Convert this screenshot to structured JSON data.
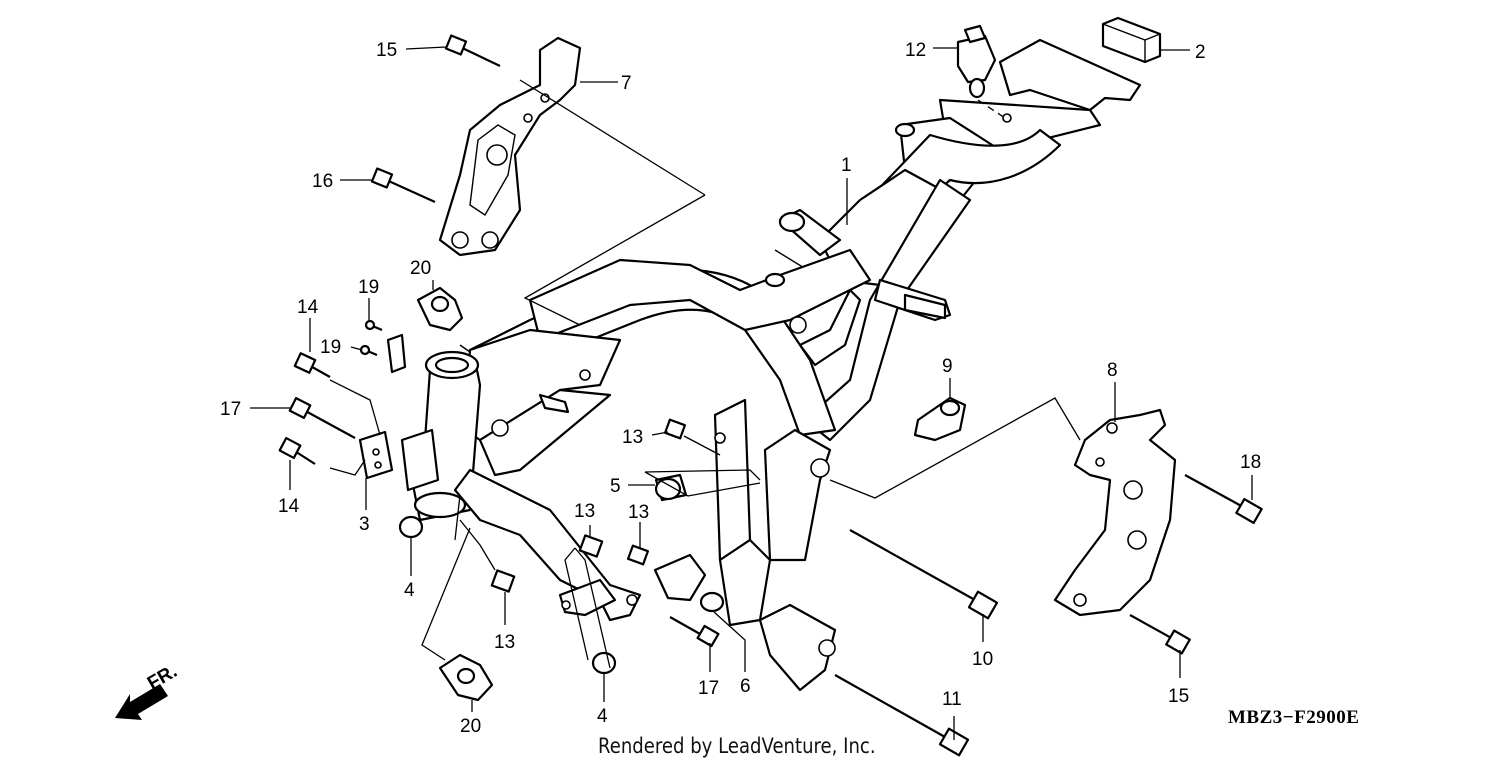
{
  "diagram": {
    "footer": "Rendered by LeadVenture, Inc.",
    "code": "MBZ3−F2900E",
    "direction_label": "FR.",
    "direction_icon": "arrow-front-icon",
    "callouts": [
      {
        "id": "c1",
        "text": "1"
      },
      {
        "id": "c2",
        "text": "2"
      },
      {
        "id": "c3",
        "text": "3"
      },
      {
        "id": "c4a",
        "text": "4"
      },
      {
        "id": "c4b",
        "text": "4"
      },
      {
        "id": "c5",
        "text": "5"
      },
      {
        "id": "c6",
        "text": "6"
      },
      {
        "id": "c7",
        "text": "7"
      },
      {
        "id": "c8",
        "text": "8"
      },
      {
        "id": "c9",
        "text": "9"
      },
      {
        "id": "c10",
        "text": "10"
      },
      {
        "id": "c11",
        "text": "11"
      },
      {
        "id": "c12",
        "text": "12"
      },
      {
        "id": "c13a",
        "text": "13"
      },
      {
        "id": "c13b",
        "text": "13"
      },
      {
        "id": "c13c",
        "text": "13"
      },
      {
        "id": "c13d",
        "text": "13"
      },
      {
        "id": "c14a",
        "text": "14"
      },
      {
        "id": "c14b",
        "text": "14"
      },
      {
        "id": "c15a",
        "text": "15"
      },
      {
        "id": "c15b",
        "text": "15"
      },
      {
        "id": "c16",
        "text": "16"
      },
      {
        "id": "c17a",
        "text": "17"
      },
      {
        "id": "c17b",
        "text": "17"
      },
      {
        "id": "c18",
        "text": "18"
      },
      {
        "id": "c19a",
        "text": "19"
      },
      {
        "id": "c19b",
        "text": "19"
      },
      {
        "id": "c20a",
        "text": "20"
      },
      {
        "id": "c20b",
        "text": "20"
      }
    ]
  }
}
